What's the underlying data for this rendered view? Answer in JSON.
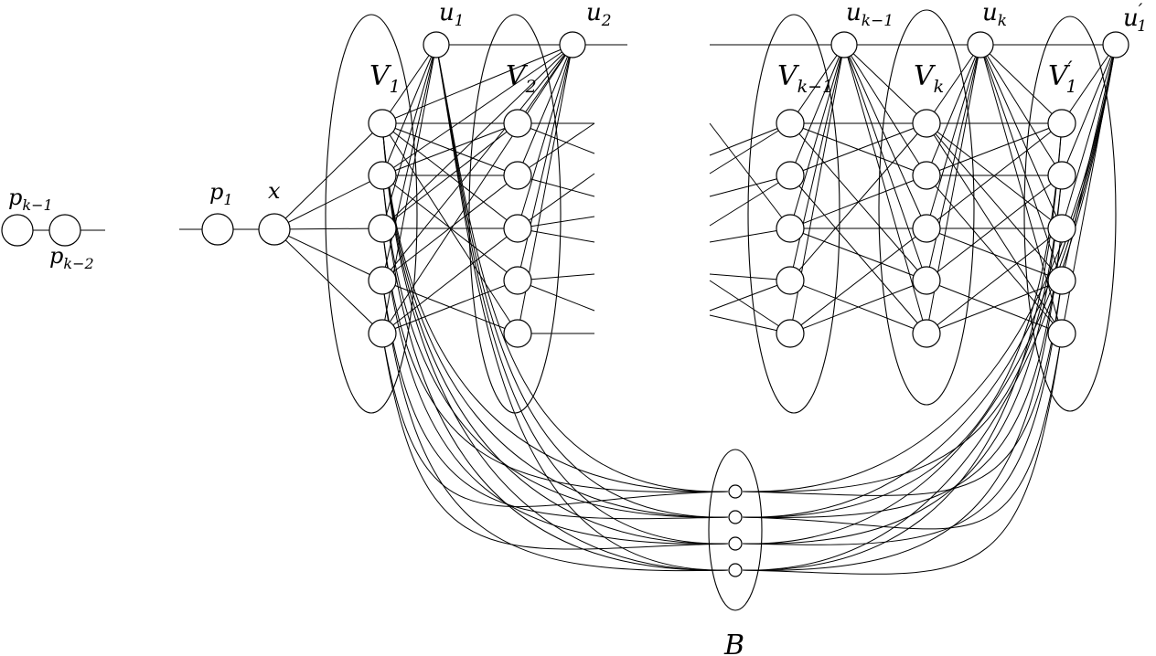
{
  "diagram": {
    "set_labels": {
      "V1": {
        "base": "V",
        "sub": "1",
        "prime": ""
      },
      "V2": {
        "base": "V",
        "sub": "2",
        "prime": ""
      },
      "Vkm1": {
        "base": "V",
        "sub": "k−1",
        "prime": ""
      },
      "Vk": {
        "base": "V",
        "sub": "k",
        "prime": ""
      },
      "V1p": {
        "base": "V",
        "sub": "1",
        "prime": "′"
      },
      "B": {
        "base": "B",
        "sub": "",
        "prime": ""
      }
    },
    "node_labels": {
      "u1": {
        "base": "u",
        "sub": "1",
        "prime": ""
      },
      "u2": {
        "base": "u",
        "sub": "2",
        "prime": ""
      },
      "ukm1": {
        "base": "u",
        "sub": "k−1",
        "prime": ""
      },
      "uk": {
        "base": "u",
        "sub": "k",
        "prime": ""
      },
      "u1p": {
        "base": "u",
        "sub": "1",
        "prime": "′"
      },
      "p1": {
        "base": "p",
        "sub": "1",
        "prime": ""
      },
      "x": {
        "base": "x",
        "sub": "",
        "prime": ""
      },
      "pkm1": {
        "base": "p",
        "sub": "k−1",
        "prime": ""
      },
      "pkm2": {
        "base": "p",
        "sub": "k−2",
        "prime": ""
      }
    }
  }
}
